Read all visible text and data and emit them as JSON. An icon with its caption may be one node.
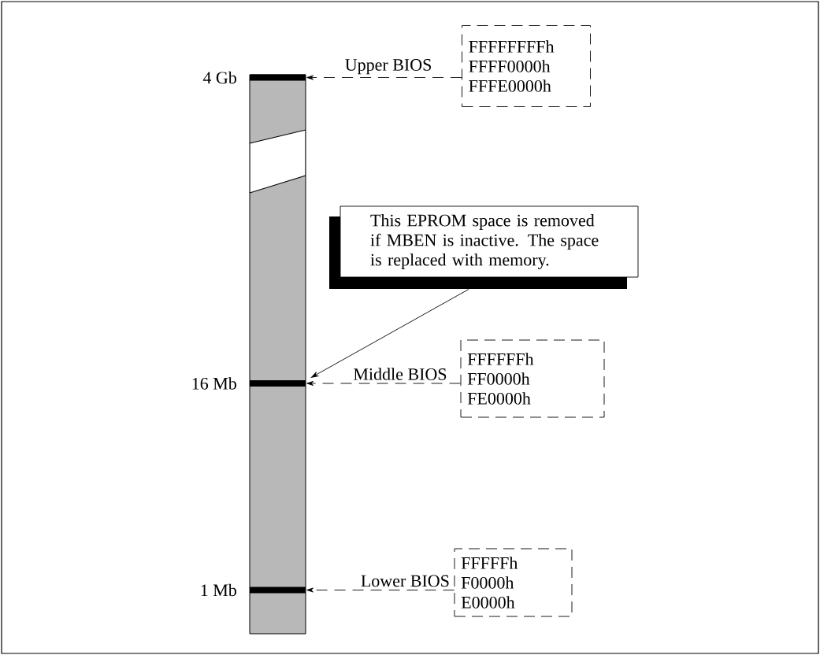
{
  "diagram": {
    "nodes": [
      {
        "text": [],
        "shape": "bar"
      },
      {
        "text": [],
        "shape": "bar",
        "in": 0,
        "beside": [
          "4 Gb"
        ]
      },
      {
        "text": [],
        "shape": "bar",
        "in": 0,
        "beside": [
          "16 Mb"
        ]
      },
      {
        "text": [],
        "shape": "bar",
        "in": 0,
        "beside": [
          "1 Mb"
        ]
      },
      {
        "text": [
          "FFFFFFFFh",
          "FFFF0000h",
          "FFFE0000h"
        ]
      },
      {
        "text": [
          "FFFFFFh",
          "FF0000h",
          "FE0000h"
        ]
      },
      {
        "text": [
          "FFFFFh",
          "F0000h",
          "E0000h"
        ]
      },
      {
        "text": [
          "This EPROM space is removed if MBEN is inactive. The space is replaced with memory."
        ]
      }
    ],
    "edges": [
      {
        "from": 4,
        "to": 1,
        "arrow": "to",
        "label": "Upper BIOS",
        "style": "dashed"
      },
      {
        "from": 5,
        "to": 2,
        "arrow": "to",
        "label": "Middle BIOS",
        "style": "dashed"
      },
      {
        "from": 6,
        "to": 3,
        "arrow": "to",
        "label": "Lower BIOS",
        "style": "dashed"
      },
      {
        "from": 7,
        "to": 2,
        "arrow": "to"
      }
    ]
  }
}
